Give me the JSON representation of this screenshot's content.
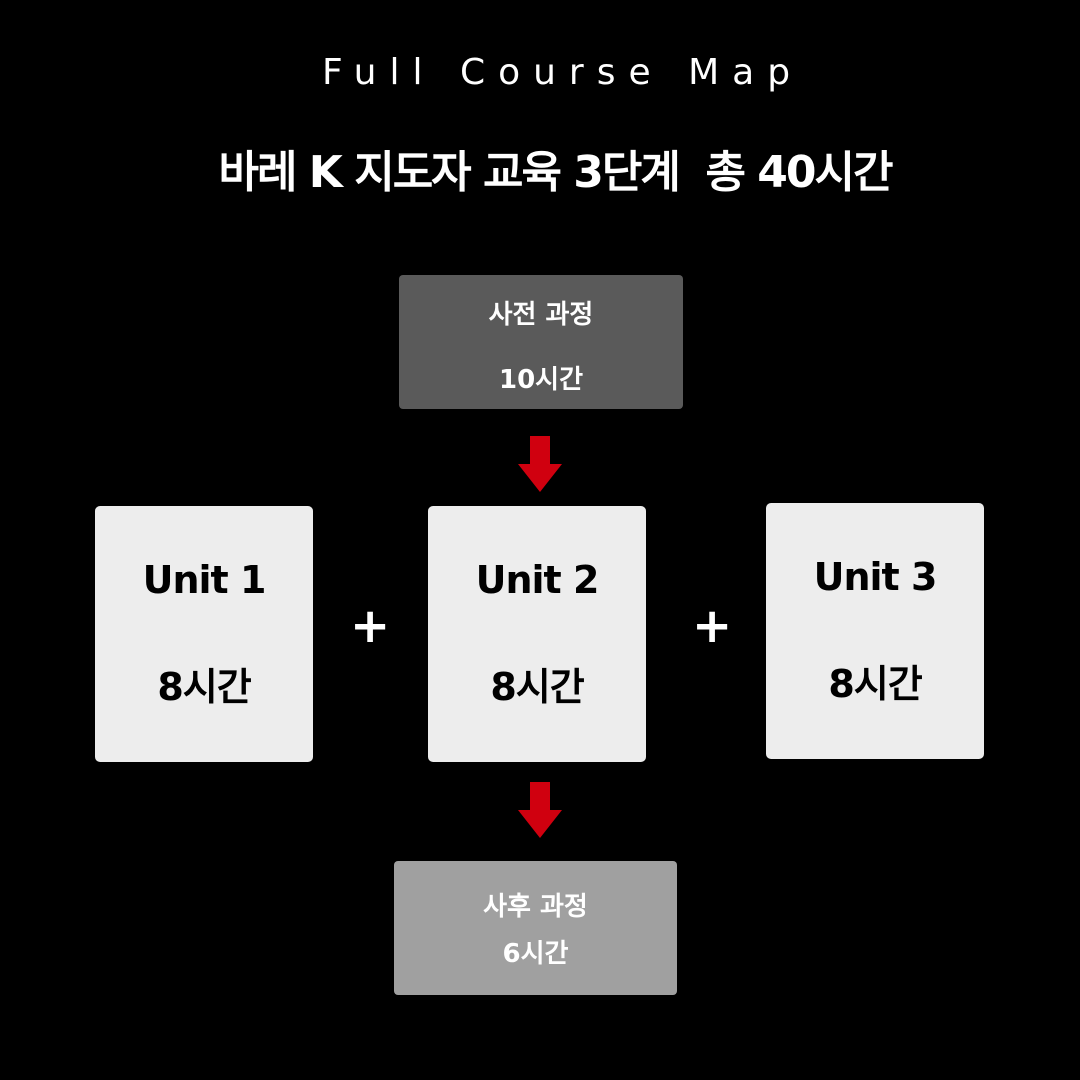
{
  "header": {
    "subtitle": "Full Course Map",
    "title": "바레 K 지도자 교육 3단계  총 40시간"
  },
  "pre_course": {
    "label": "사전 과정",
    "hours": "10시간"
  },
  "units": [
    {
      "name": "Unit 1",
      "hours": "8시간"
    },
    {
      "name": "Unit 2",
      "hours": "8시간"
    },
    {
      "name": "Unit 3",
      "hours": "8시간"
    }
  ],
  "operators": {
    "plus": "+"
  },
  "post_course": {
    "label": "사후 과정",
    "hours": "6시간"
  },
  "colors": {
    "background": "#000000",
    "arrow": "#d0000f",
    "pre_box": "#5a5a5a",
    "unit_box": "#ededed",
    "post_box": "#a0a0a0"
  }
}
